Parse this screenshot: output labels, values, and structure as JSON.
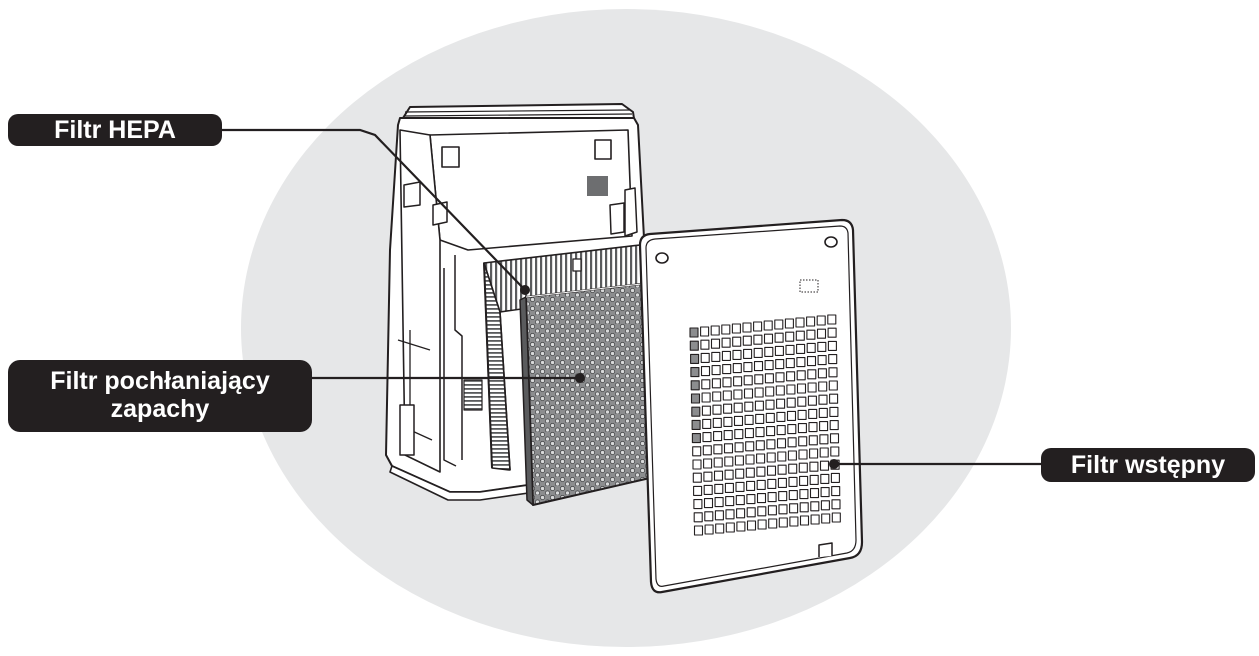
{
  "labels": {
    "hepa": "Filtr HEPA",
    "odor_line1": "Filtr pochłaniający",
    "odor_line2": "zapachy",
    "pre": "Filtr wstępny"
  },
  "colors": {
    "background_ellipse": "#e6e7e8",
    "label_fill": "#231f20",
    "label_text": "#ffffff",
    "line": "#231f20",
    "outline": "#231f20",
    "device_fill": "#ffffff",
    "carbon_filter": "#8c8d8f",
    "hepa_pleats": "#5a5b5d"
  },
  "icons": {
    "device": "air-purifier-rear-view",
    "hepa": "pleated-hepa-filter",
    "carbon": "honeycomb-carbon-filter",
    "cover": "pre-filter-rear-panel"
  }
}
